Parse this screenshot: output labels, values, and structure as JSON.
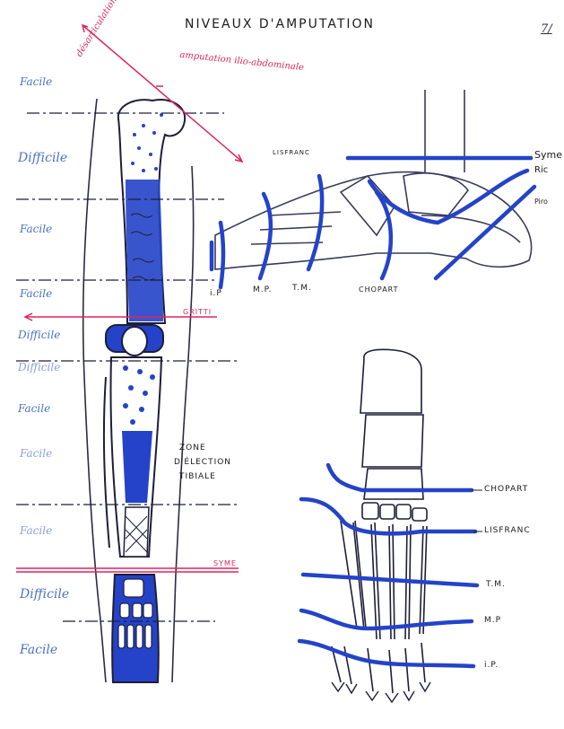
{
  "title": "NIVEAUX D'AMPUTATION",
  "page_number": "7/",
  "difficulty_labels": [
    "Facile",
    "Difficile",
    "Facile",
    "Facile",
    "Difficile",
    "Difficile",
    "Facile",
    "Facile",
    "Facile",
    "Difficile",
    "Facile"
  ],
  "annotations": {
    "desarticulation": "désarticulation de hanche",
    "ilio": "amputation ilio-abdominale",
    "gritti": "GRITTI",
    "syme_left": "SYME",
    "zone": [
      "ZONE",
      "D'ÉLECTION",
      "TIBIALE"
    ]
  },
  "side_foot_labels": {
    "lisfranc": "LISFRANC",
    "syme": "Syme",
    "ricard": "Ric",
    "pirogoff": "Piro",
    "ip": "i.P",
    "mp": "M.P.",
    "tm": "T.M.",
    "chopart": "CHOPART"
  },
  "top_foot_labels": {
    "chopart": "CHOPART",
    "lisfranc": "LISFRANC",
    "tm": "T.M.",
    "mp": "M.P",
    "ip": "i.P."
  },
  "colors": {
    "bone_ink": "#1e1e3a",
    "cut_blue": "#2443c8",
    "marker_red": "#e0245e",
    "label_blue": "#4a72c4"
  }
}
